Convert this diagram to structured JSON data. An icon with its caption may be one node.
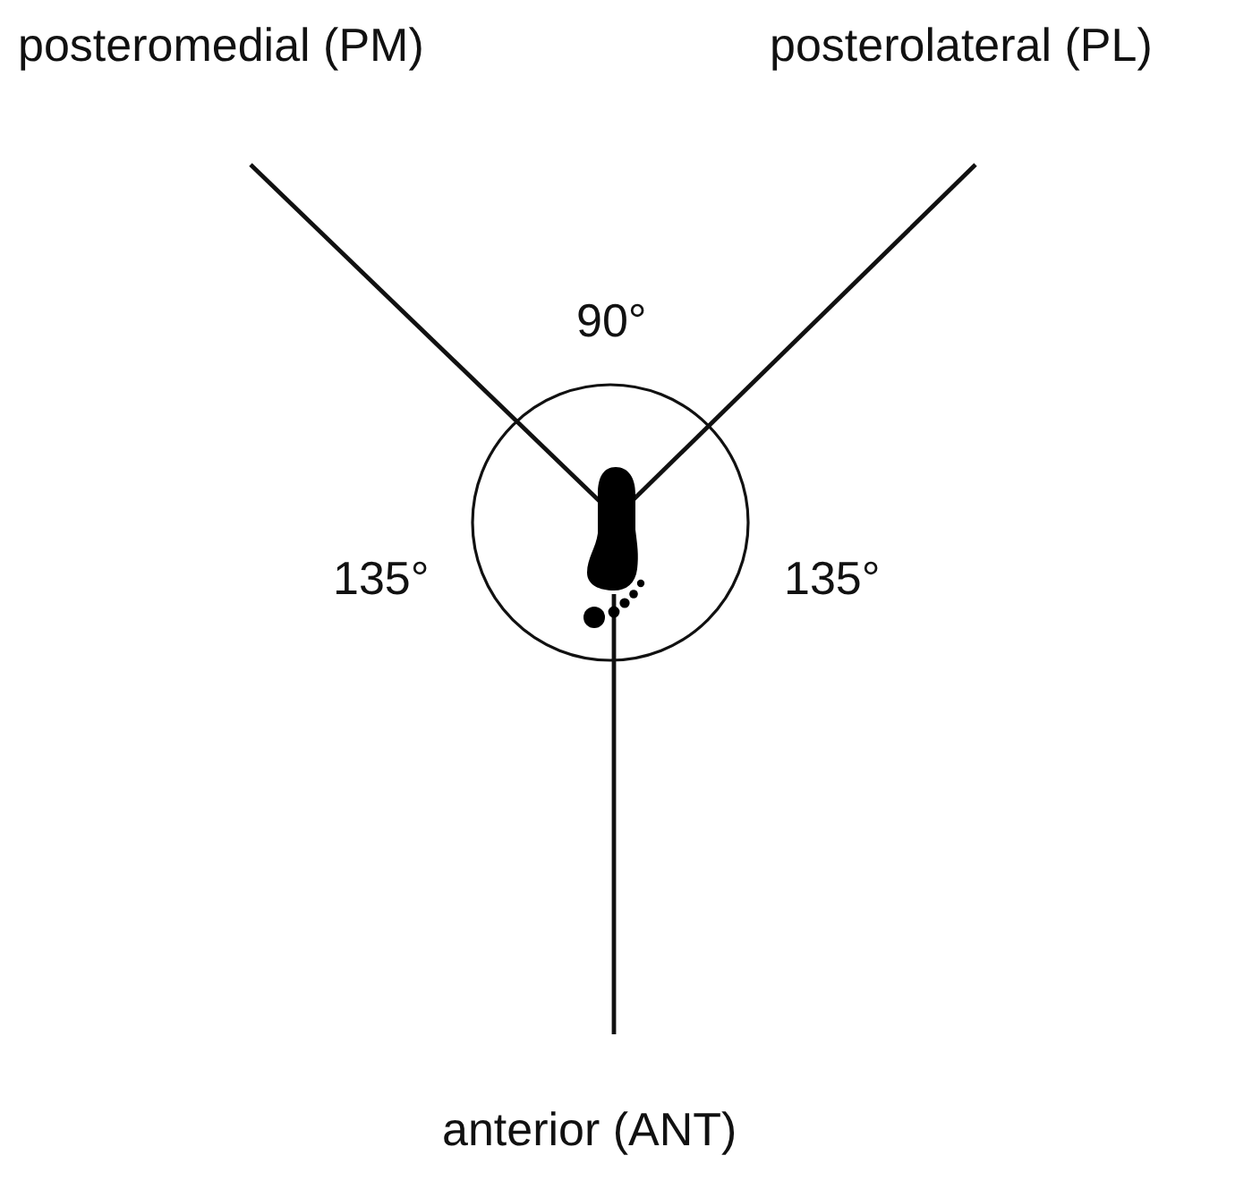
{
  "diagram": {
    "labels": [
      "posteromedial (PM)",
      "posterolateral (PL)",
      "90°",
      "135°",
      "135°",
      "anterior (ANT)"
    ]
  }
}
